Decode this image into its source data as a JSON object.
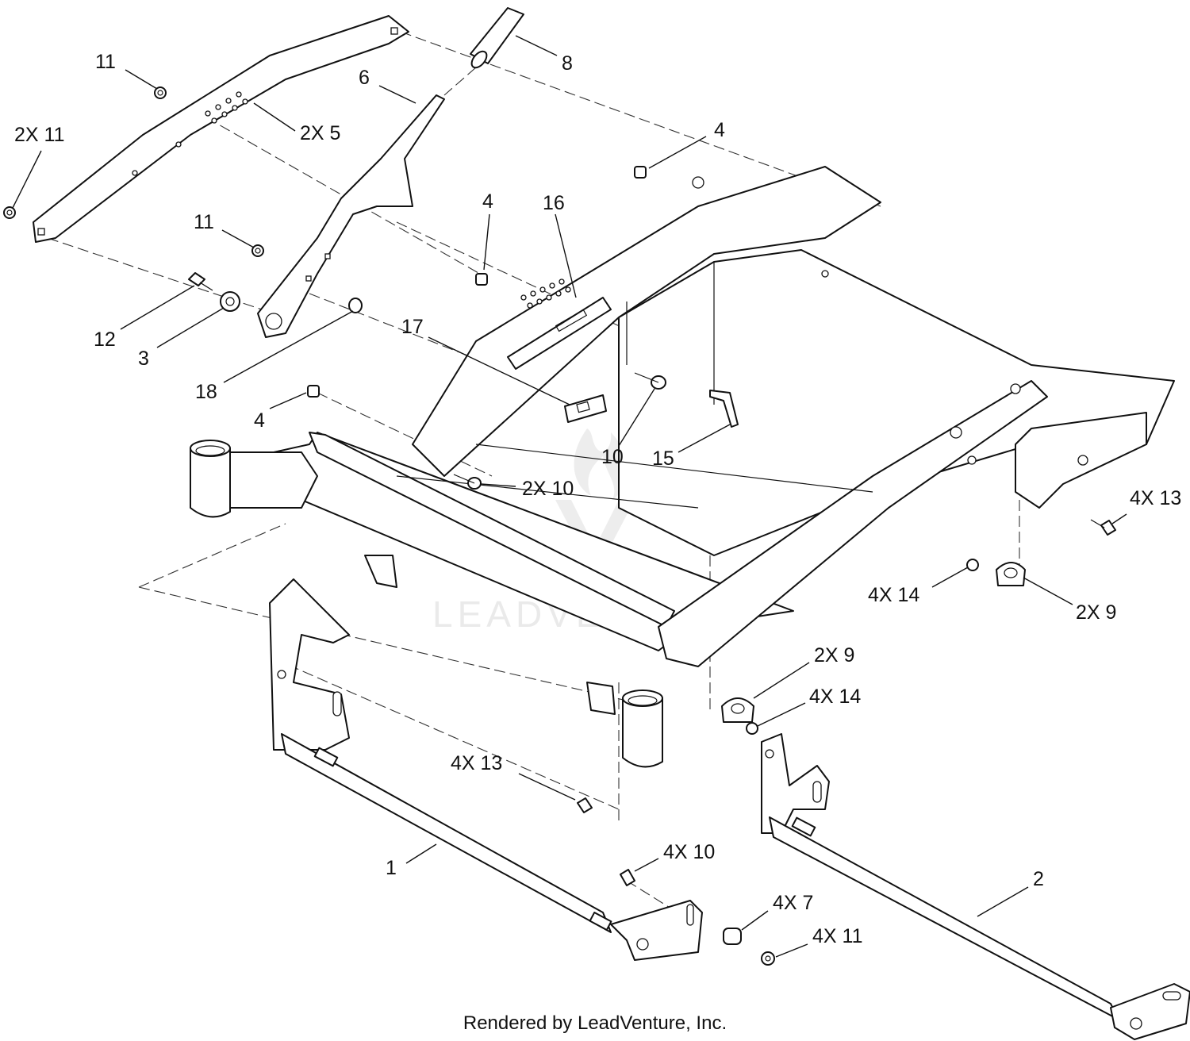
{
  "callouts": [
    {
      "id": "c-11a",
      "label": "11"
    },
    {
      "id": "c-2x11",
      "label": "2X 11"
    },
    {
      "id": "c-2x5",
      "label": "2X 5"
    },
    {
      "id": "c-6",
      "label": "6"
    },
    {
      "id": "c-8",
      "label": "8"
    },
    {
      "id": "c-4a",
      "label": "4"
    },
    {
      "id": "c-11b",
      "label": "11"
    },
    {
      "id": "c-4b",
      "label": "4"
    },
    {
      "id": "c-16",
      "label": "16"
    },
    {
      "id": "c-12",
      "label": "12"
    },
    {
      "id": "c-3",
      "label": "3"
    },
    {
      "id": "c-17",
      "label": "17"
    },
    {
      "id": "c-18",
      "label": "18"
    },
    {
      "id": "c-4c",
      "label": "4"
    },
    {
      "id": "c-10",
      "label": "10"
    },
    {
      "id": "c-15",
      "label": "15"
    },
    {
      "id": "c-2x10",
      "label": "2X 10"
    },
    {
      "id": "c-4x13a",
      "label": "4X 13"
    },
    {
      "id": "c-4x14a",
      "label": "4X 14"
    },
    {
      "id": "c-2x9a",
      "label": "2X 9"
    },
    {
      "id": "c-2x9b",
      "label": "2X 9"
    },
    {
      "id": "c-4x14b",
      "label": "4X 14"
    },
    {
      "id": "c-4x13b",
      "label": "4X 13"
    },
    {
      "id": "c-1",
      "label": "1"
    },
    {
      "id": "c-4x10",
      "label": "4X 10"
    },
    {
      "id": "c-4x7",
      "label": "4X 7"
    },
    {
      "id": "c-4x11",
      "label": "4X 11"
    },
    {
      "id": "c-2",
      "label": "2"
    }
  ],
  "watermark": "LEADVENTURE",
  "footer": "Rendered by LeadVenture, Inc."
}
